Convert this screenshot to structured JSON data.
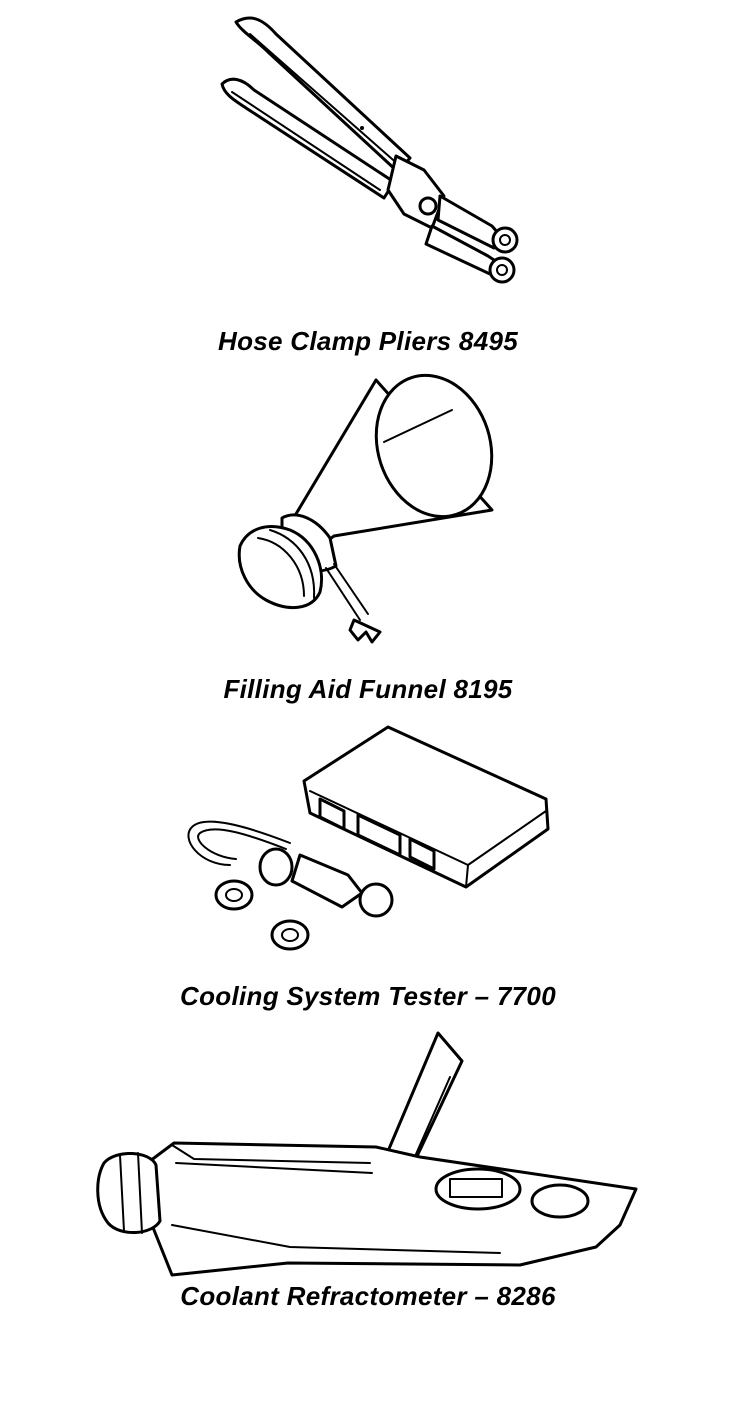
{
  "tools": [
    {
      "caption": "Hose Clamp Pliers 8495",
      "icon": "hose-clamp-pliers-icon"
    },
    {
      "caption": "Filling Aid Funnel 8195",
      "icon": "filling-aid-funnel-icon"
    },
    {
      "caption": "Cooling System Tester – 7700",
      "icon": "cooling-system-tester-icon"
    },
    {
      "caption": "Coolant Refractometer – 8286",
      "icon": "coolant-refractometer-icon"
    }
  ]
}
